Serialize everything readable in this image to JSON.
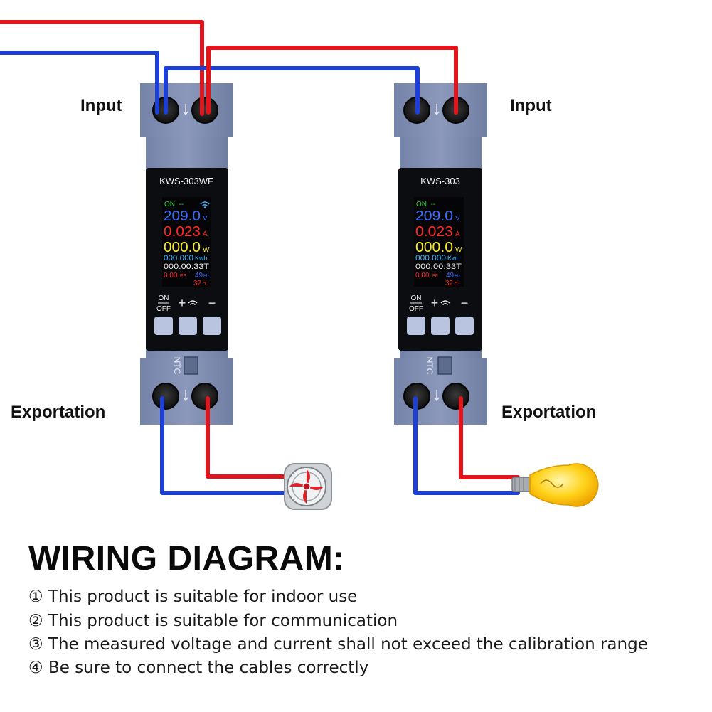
{
  "labels": {
    "input_left": "Input",
    "input_right": "Input",
    "export_left": "Exportation",
    "export_right": "Exportation",
    "ntc": "NTC"
  },
  "meters": [
    {
      "model": "KWS-303WF",
      "wifi_status": true,
      "screen": {
        "state": "ON  --",
        "voltage": "209.0",
        "voltage_unit": "V",
        "current": "0.023",
        "current_unit": "A",
        "power": "000.0",
        "power_unit": "W",
        "energy": "000.000",
        "energy_unit": "Kwh",
        "time": "000.00:33T",
        "pf": "0.00",
        "pf_unit": "PF",
        "freq": "49",
        "freq_unit": "Hz",
        "temp": "32",
        "temp_unit": "℃"
      },
      "buttons": {
        "on": "ON",
        "off": "OFF",
        "plus": "+",
        "minus": "−"
      },
      "load": "fan"
    },
    {
      "model": "KWS-303",
      "wifi_status": false,
      "screen": {
        "state": "ON  --",
        "voltage": "209.0",
        "voltage_unit": "V",
        "current": "0.023",
        "current_unit": "A",
        "power": "000.0",
        "power_unit": "W",
        "energy": "000.000",
        "energy_unit": "Kwh",
        "time": "000.00:33T",
        "pf": "0.00",
        "pf_unit": "PF",
        "freq": "49",
        "freq_unit": "Hz",
        "temp": "32",
        "temp_unit": "℃"
      },
      "buttons": {
        "on": "ON",
        "off": "OFF",
        "plus": "+",
        "minus": "−"
      },
      "load": "bulb"
    }
  ],
  "colors": {
    "live_wire": "#e3141c",
    "neutral_wire": "#1d3fd6",
    "body": "#8391b4",
    "screen_green": "#33d43c",
    "screen_blue": "#3a6cff",
    "screen_red": "#ff2a2a",
    "screen_yellow": "#f4ea2a",
    "screen_cyan": "#3ab8ff"
  },
  "heading": "WIRING DIAGRAM:",
  "notes": [
    "① This product is suitable for indoor use",
    "② This product is suitable for communication",
    "③ The measured voltage and current shall not exceed the calibration range",
    "④ Be sure to connect the cables correctly"
  ]
}
